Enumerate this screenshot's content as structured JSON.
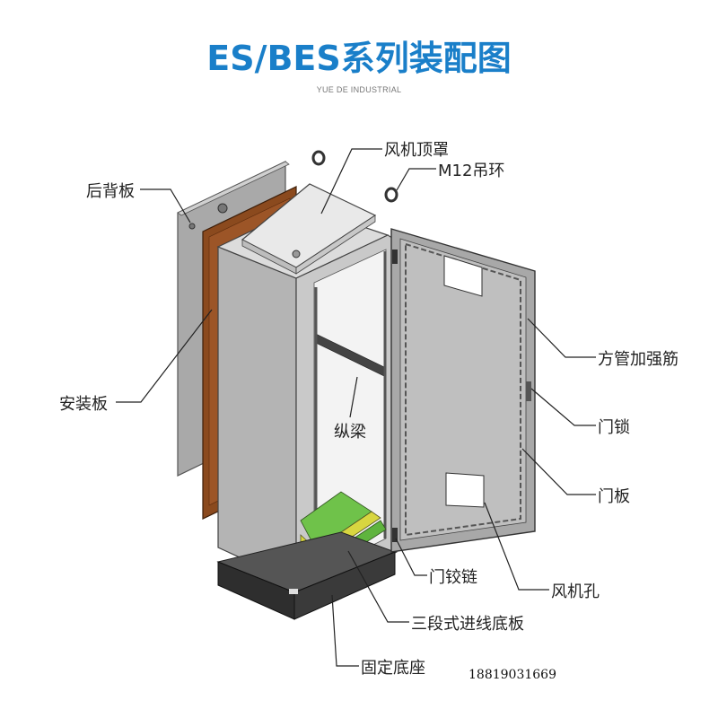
{
  "title": "ES/BES系列装配图",
  "subtitle": "YUE DE INDUSTRIAL",
  "labels": {
    "top_cover": "风机顶罩",
    "lifting_eye": "M12吊环",
    "back_panel": "后背板",
    "mounting_plate": "安装板",
    "longitudinal_beam": "纵梁",
    "tube_reinforcement": "方管加强筋",
    "door_lock": "门锁",
    "door_panel": "门板",
    "door_hinge": "门铰链",
    "fan_hole": "风机孔",
    "bottom_plate": "三段式进线底板",
    "fixed_base": "固定底座"
  },
  "phone": "18819031669",
  "colors": {
    "title": "#1a7fc9",
    "cabinet_side": "#b8b8b8",
    "cabinet_front": "#cfcfcf",
    "mounting_plate": "#8b4a1e",
    "base": "#3a3a3a",
    "bottom_plate": "#6fc24a",
    "bottom_plate_alt": "#d8d640"
  }
}
